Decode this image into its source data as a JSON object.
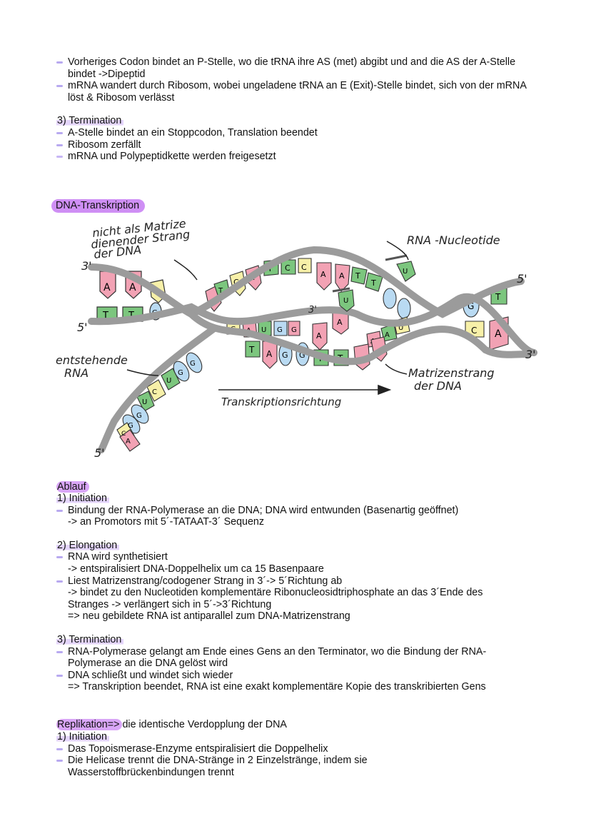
{
  "top_section": {
    "lines": [
      "Vorheriges Codon bindet an P-Stelle, wo die tRNA ihre AS (met) abgibt und and die AS der A-Stelle bindet ->Dipeptid",
      "mRNA wandert durch Ribosom, wobei ungeladene tRNA an E (Exit)-Stelle bindet, sich von der mRNA löst & Ribosom verlässt"
    ],
    "termination": {
      "heading": "3)  Termination",
      "items": [
        "A-Stelle bindet an ein Stoppcodon, Translation beendet",
        "Ribosom zerfällt",
        "mRNA und Polypeptidkette werden freigesetzt"
      ]
    }
  },
  "transkription": {
    "title": "DNA-Transkription",
    "diagram": {
      "label_nontemplate": [
        "nicht als Matrize",
        "dienender Strang",
        "der DNA"
      ],
      "label_rna_nucleotide": "RNA -Nucleotide",
      "label_new_rna": [
        "entstehende",
        "RNA"
      ],
      "label_template": [
        "Matrizenstrang",
        "der DNA"
      ],
      "label_direction": "Transkriptionsrichtung",
      "end_3_top_left": "3'",
      "end_5_left": "5'",
      "end_5_right": "5'",
      "end_3_right": "3'",
      "end_3_middle": "3'",
      "end_5_bottom": "5'",
      "bases_top_left": [
        "A",
        "A",
        "C"
      ],
      "bases_bottom_left": [
        "T",
        "T",
        "G"
      ],
      "bases_top_strand": [
        "A",
        "T",
        "C",
        "A",
        "T",
        "C",
        "C",
        "A",
        "A",
        "T",
        "T"
      ],
      "bases_rna_top": [
        "C",
        "A",
        "U",
        "G",
        "G",
        "A",
        "A",
        "A",
        "A",
        "U",
        "U"
      ],
      "bases_template": [
        "T",
        "A",
        "G",
        "G",
        "T",
        "T",
        "T",
        "A",
        "A",
        "A"
      ],
      "bases_right": [
        "G",
        "T",
        "C",
        "A"
      ],
      "bases_rna_strand": [
        "G",
        "G",
        "U",
        "C",
        "U",
        "G",
        "G",
        "C",
        "A"
      ],
      "bases_free": [
        "U",
        "U",
        "U"
      ]
    }
  },
  "ablauf": {
    "title": "Ablauf",
    "initiation": {
      "heading": "1)  Initiation",
      "items": [
        "Bindung der RNA-Polymerase an die DNA; DNA wird entwunden (Basenartig geöffnet)"
      ],
      "sub": [
        "-> an Promotors mit 5´-TATAAT-3´ Sequenz"
      ]
    },
    "elongation": {
      "heading": "2)  Elongation",
      "item1": "RNA wird synthetisiert",
      "item1_sub": "-> entspiralisiert DNA-Doppelhelix um ca 15 Basenpaare",
      "item2": "Liest Matrizenstrang/codogener Strang in 3´-> 5´Richtung ab",
      "item2_sub": [
        "-> bindet zu den Nucleotiden komplementäre Ribonucleosidtriphosphate an das 3´Ende des",
        "Stranges -> verlängert sich in 5´->3´Richtung",
        "=> neu gebildete RNA ist antiparallel zum DNA-Matrizenstrang"
      ]
    },
    "termination": {
      "heading": "3)  Termination",
      "item1": "RNA-Polymerase gelangt am Ende eines Gens an den Terminator, wo die Bindung der RNA-Polymerase an die DNA gelöst wird",
      "item2": "DNA schließt und windet sich wieder",
      "item2_sub": "=> Transkription beendet, RNA ist eine exakt komplementäre Kopie des transkribierten Gens"
    }
  },
  "replikation": {
    "title_hl": "Replikation=>",
    "title_rest": "die identische Verdopplung der DNA",
    "initiation": {
      "heading": "1)  Initiation",
      "items": [
        "Das Topoismerase-Enzyme entspiralisiert die Doppelhelix",
        "Die Helicase trennt die DNA-Stränge in 2 Einzelstränge, indem sie Wasserstoffbrückenbindungen trennt"
      ]
    }
  },
  "colors": {
    "highlight": "#cf8ff5",
    "dash": "#b8a9f0",
    "strand": "#9b9b9b",
    "base_A": "#f2a2b4",
    "base_T": "#7cc67e",
    "base_G": "#b9daf2",
    "base_C": "#f7f0a8"
  }
}
